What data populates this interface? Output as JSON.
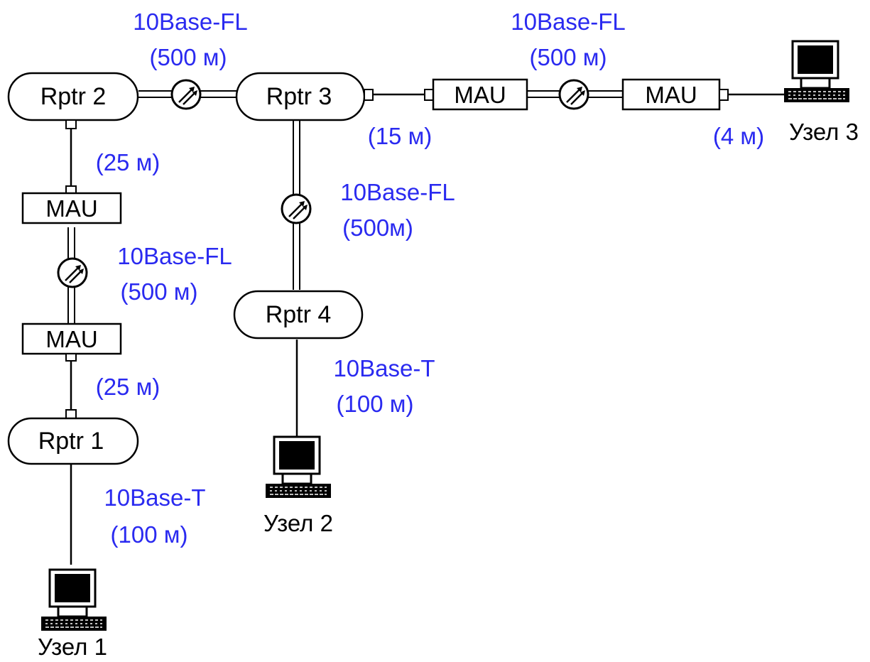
{
  "colors": {
    "label_blue": "#2a2af0",
    "ink": "#000000"
  },
  "repeaters": {
    "rptr1": "Rptr 1",
    "rptr2": "Rptr 2",
    "rptr3": "Rptr 3",
    "rptr4": "Rptr 4"
  },
  "mau_label": "MAU",
  "hosts": {
    "host1": "Узел 1",
    "host2": "Узел 2",
    "host3": "Узел 3"
  },
  "links": {
    "top_left_fl": {
      "type": "10Base-FL",
      "length": "(500 м)"
    },
    "top_right_fl": {
      "type": "10Base-FL",
      "length": "(500 м)"
    },
    "rptr3_mau": {
      "length": "(15 м)"
    },
    "mau_host3": {
      "length": "(4 м)"
    },
    "rptr2_mau": {
      "length": "(25 м)"
    },
    "left_fl": {
      "type": "10Base-FL",
      "length": "(500 м)"
    },
    "mau_rptr1": {
      "length": "(25 м)"
    },
    "rptr3_rptr4_fl": {
      "type": "10Base-FL",
      "length": "(500м)"
    },
    "rptr4_host2": {
      "type": "10Base-T",
      "length": "(100 м)"
    },
    "rptr1_host1": {
      "type": "10Base-T",
      "length": "(100 м)"
    }
  },
  "icons": [
    "fiber-link-icon",
    "computer-icon"
  ]
}
